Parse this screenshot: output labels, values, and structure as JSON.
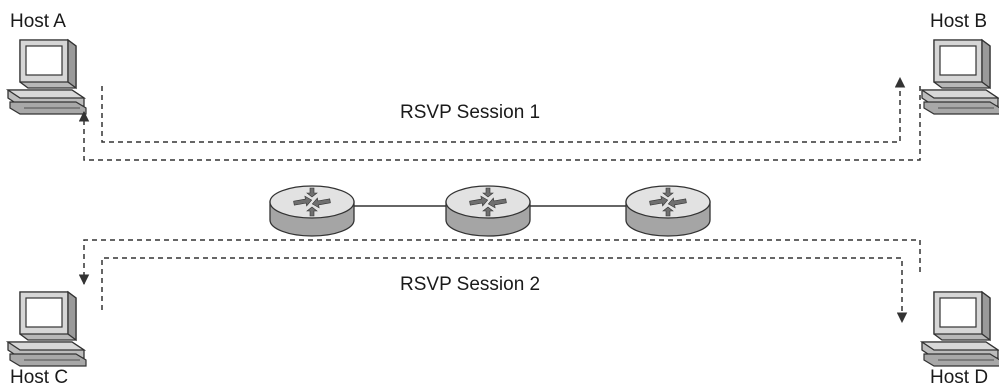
{
  "hosts": {
    "a": {
      "label": "Host A",
      "icon": "computer-icon"
    },
    "b": {
      "label": "Host B",
      "icon": "computer-icon"
    },
    "c": {
      "label": "Host C",
      "icon": "computer-icon"
    },
    "d": {
      "label": "Host D",
      "icon": "computer-icon"
    }
  },
  "sessions": [
    {
      "label": "RSVP Session 1",
      "from": "Host A",
      "to": "Host B"
    },
    {
      "label": "RSVP Session 2",
      "from": "Host D",
      "to": "Host C"
    }
  ],
  "routers": [
    {
      "icon": "router-icon"
    },
    {
      "icon": "router-icon"
    },
    {
      "icon": "router-icon"
    }
  ],
  "colors": {
    "line": "#333333",
    "router_top": "#dcdcdc",
    "router_side": "#a9a9a9",
    "monitor": "#c8c8c8",
    "screen": "#ffffff"
  }
}
